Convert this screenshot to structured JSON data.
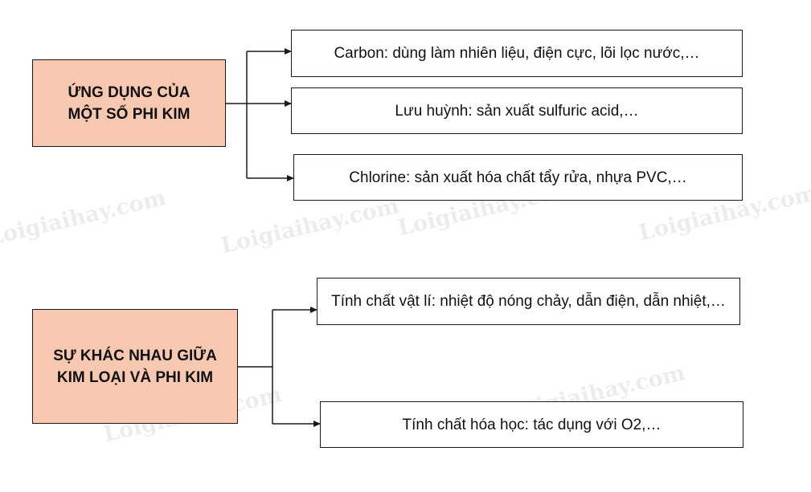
{
  "watermark_text": "Loigiaihay.com",
  "colors": {
    "root_fill": "#f8c8b1",
    "border": "#1a1a1a",
    "connector": "#1a1a1a"
  },
  "groups": [
    {
      "root": "ỨNG DỤNG CỦA\nMỘT SỐ PHI KIM",
      "children": [
        "Carbon: dùng làm nhiên liệu, điện cực, lõi lọc nước,…",
        "Lưu huỳnh: sản xuất sulfuric acid,…",
        "Chlorine: sản xuất hóa chất tẩy rửa, nhựa PVC,…"
      ]
    },
    {
      "root": "SỰ KHÁC NHAU GIỮA\nKIM LOẠI VÀ PHI KIM",
      "children": [
        "Tính chất vật lí: nhiệt độ nóng chảy, dẫn điện, dẫn nhiệt,…",
        "Tính chất hóa học: tác dụng với O2,…"
      ]
    }
  ]
}
